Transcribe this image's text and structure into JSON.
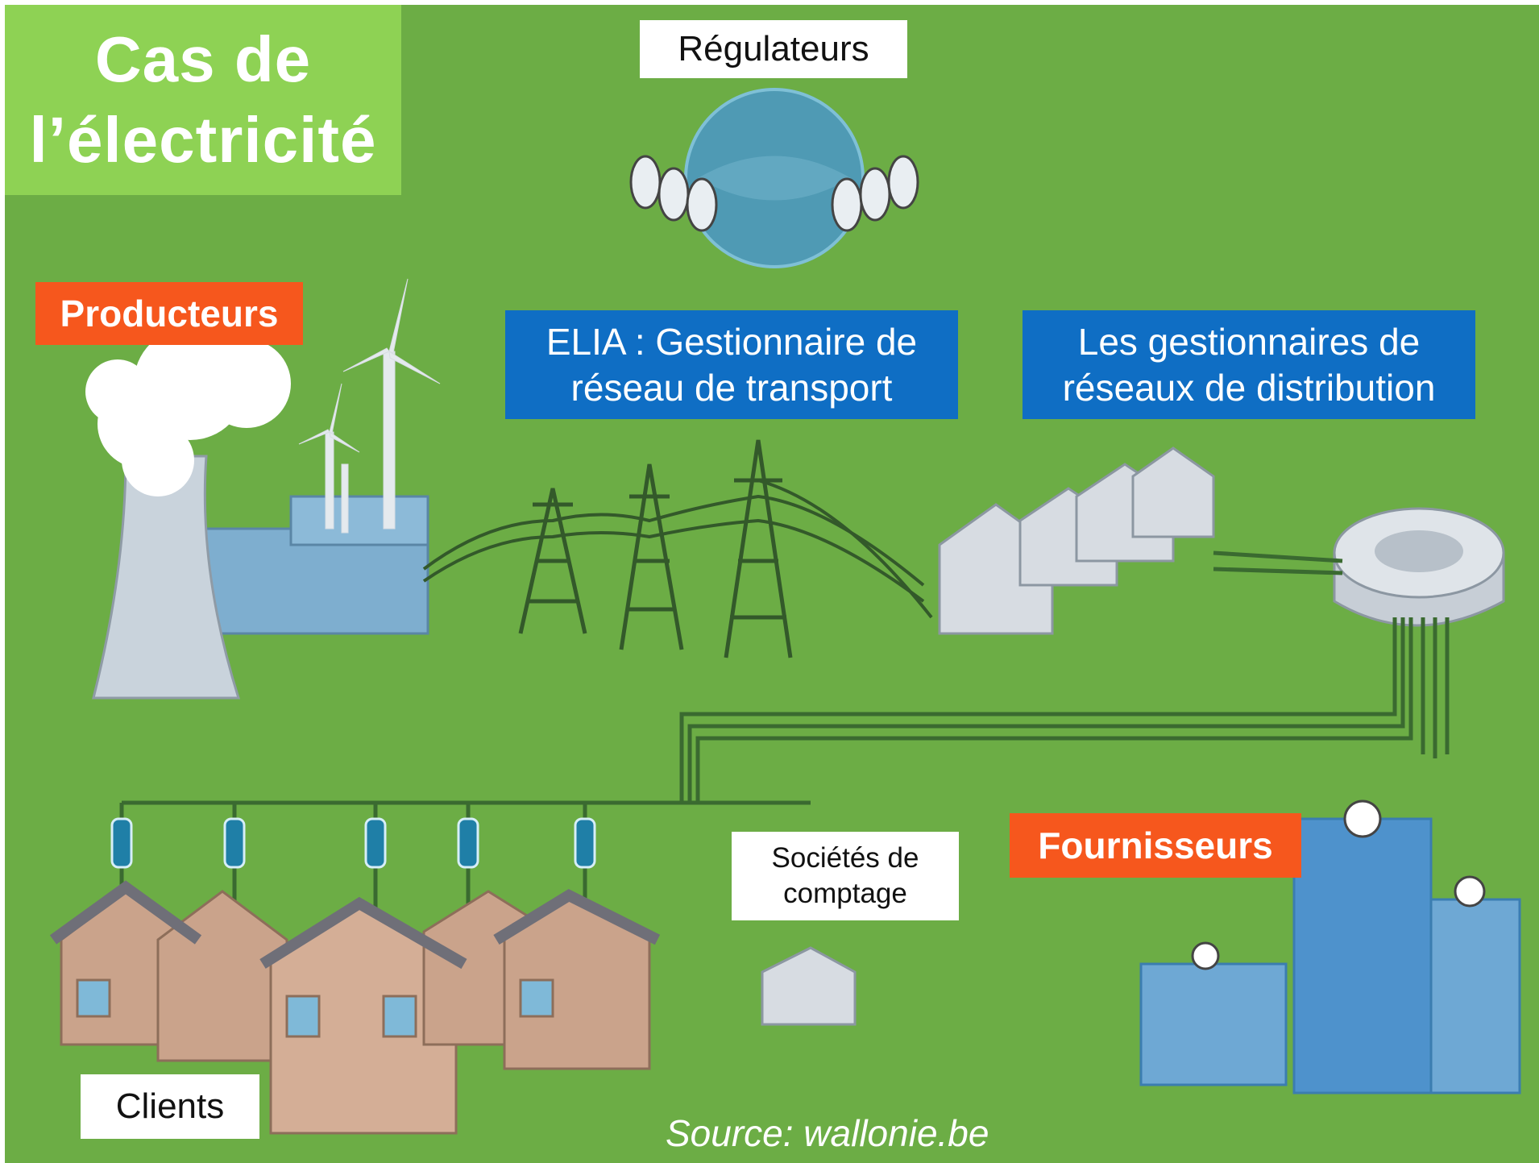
{
  "title": {
    "line1": "Cas de",
    "line2": "l’électricité"
  },
  "labels": {
    "regulators": "Régulateurs",
    "producers": "Producteurs",
    "elia_line1": "ELIA : Gestionnaire de",
    "elia_line2": "réseau de transport",
    "grd_line1": "Les gestionnaires de",
    "grd_line2": "réseaux de distribution",
    "metering_line1": "Sociétés de",
    "metering_line2": "comptage",
    "suppliers": "Fournisseurs",
    "clients": "Clients"
  },
  "source": "Source: wallonie.be",
  "colors": {
    "background": "#6cad45",
    "title_box": "#8ed254",
    "orange": "#f6571d",
    "blue": "#0f6ec4",
    "cable": "#3a6a30"
  },
  "illustrations": [
    "regulator-globe-icon",
    "power-plant-icon",
    "wind-turbine-icon",
    "pylon-icon",
    "substation-icon",
    "transformer-icon",
    "meter-icon",
    "house-icon",
    "office-building-icon"
  ]
}
